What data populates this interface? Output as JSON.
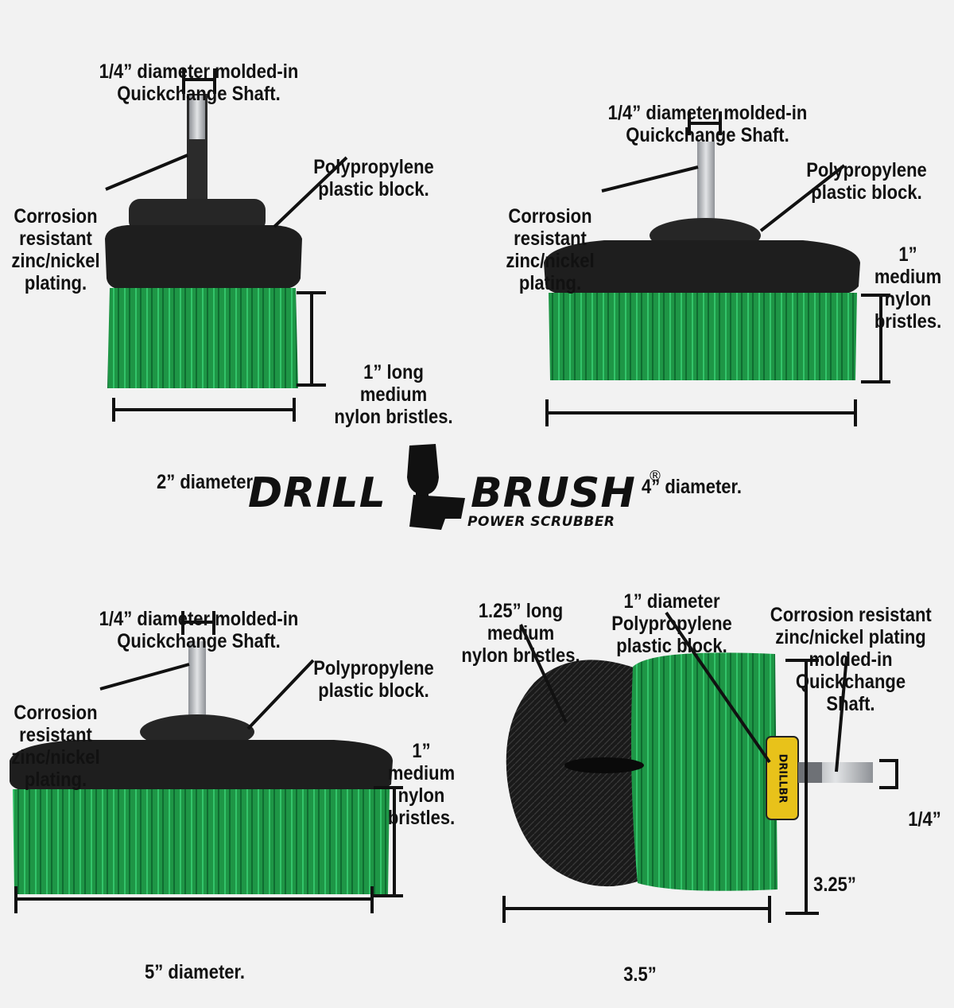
{
  "brand": {
    "name_left": "DRILL",
    "name_right": "BRUSH",
    "registered": "®",
    "tagline": "POWER SCRUBBER"
  },
  "brush_2in": {
    "shaft_label": [
      "1/4” diameter molded-in",
      "Quickchange Shaft."
    ],
    "block_label": [
      "Polypropylene",
      "plastic block."
    ],
    "plating_label": [
      "Corrosion",
      "resistant",
      "zinc/nickel",
      "plating."
    ],
    "bristle_label": [
      "1” long",
      "medium",
      "nylon bristles."
    ],
    "diameter_label": "2” diameter."
  },
  "brush_4in": {
    "shaft_label": [
      "1/4” diameter molded-in",
      "Quickchange Shaft."
    ],
    "block_label": [
      "Polypropylene",
      "plastic block."
    ],
    "plating_label": [
      "Corrosion",
      "resistant",
      "zinc/nickel",
      "plating."
    ],
    "bristle_label": [
      "1”",
      "medium",
      "nylon",
      "bristles."
    ],
    "diameter_label": "4” diameter."
  },
  "brush_5in": {
    "shaft_label": [
      "1/4” diameter molded-in",
      "Quickchange Shaft."
    ],
    "block_label": [
      "Polypropylene",
      "plastic block."
    ],
    "plating_label": [
      "Corrosion",
      "resistant",
      "zinc/nickel",
      "plating."
    ],
    "bristle_label": [
      "1”",
      "medium",
      "nylon",
      "bristles."
    ],
    "diameter_label": "5” diameter."
  },
  "brush_cone": {
    "bristle_label": [
      "1.25” long",
      "medium",
      "nylon bristles."
    ],
    "block_label": [
      "1” diameter",
      "Polypropylene",
      "plastic block."
    ],
    "plating_label": [
      "Corrosion resistant",
      "zinc/nickel plating",
      "molded-in",
      "Quickchange",
      "Shaft."
    ],
    "shaft_size": "1/4”",
    "height_label": "3.25”",
    "width_label": "3.5”",
    "ring_text": "DRILLBR"
  },
  "colors": {
    "background": "#f2f2f2",
    "bristle_green": "#1f9a4a",
    "bristle_black": "#1a1a1a",
    "block_black": "#1e1e1e",
    "shaft_silver": "#b9bcc0",
    "ring_yellow": "#e8c21a"
  }
}
